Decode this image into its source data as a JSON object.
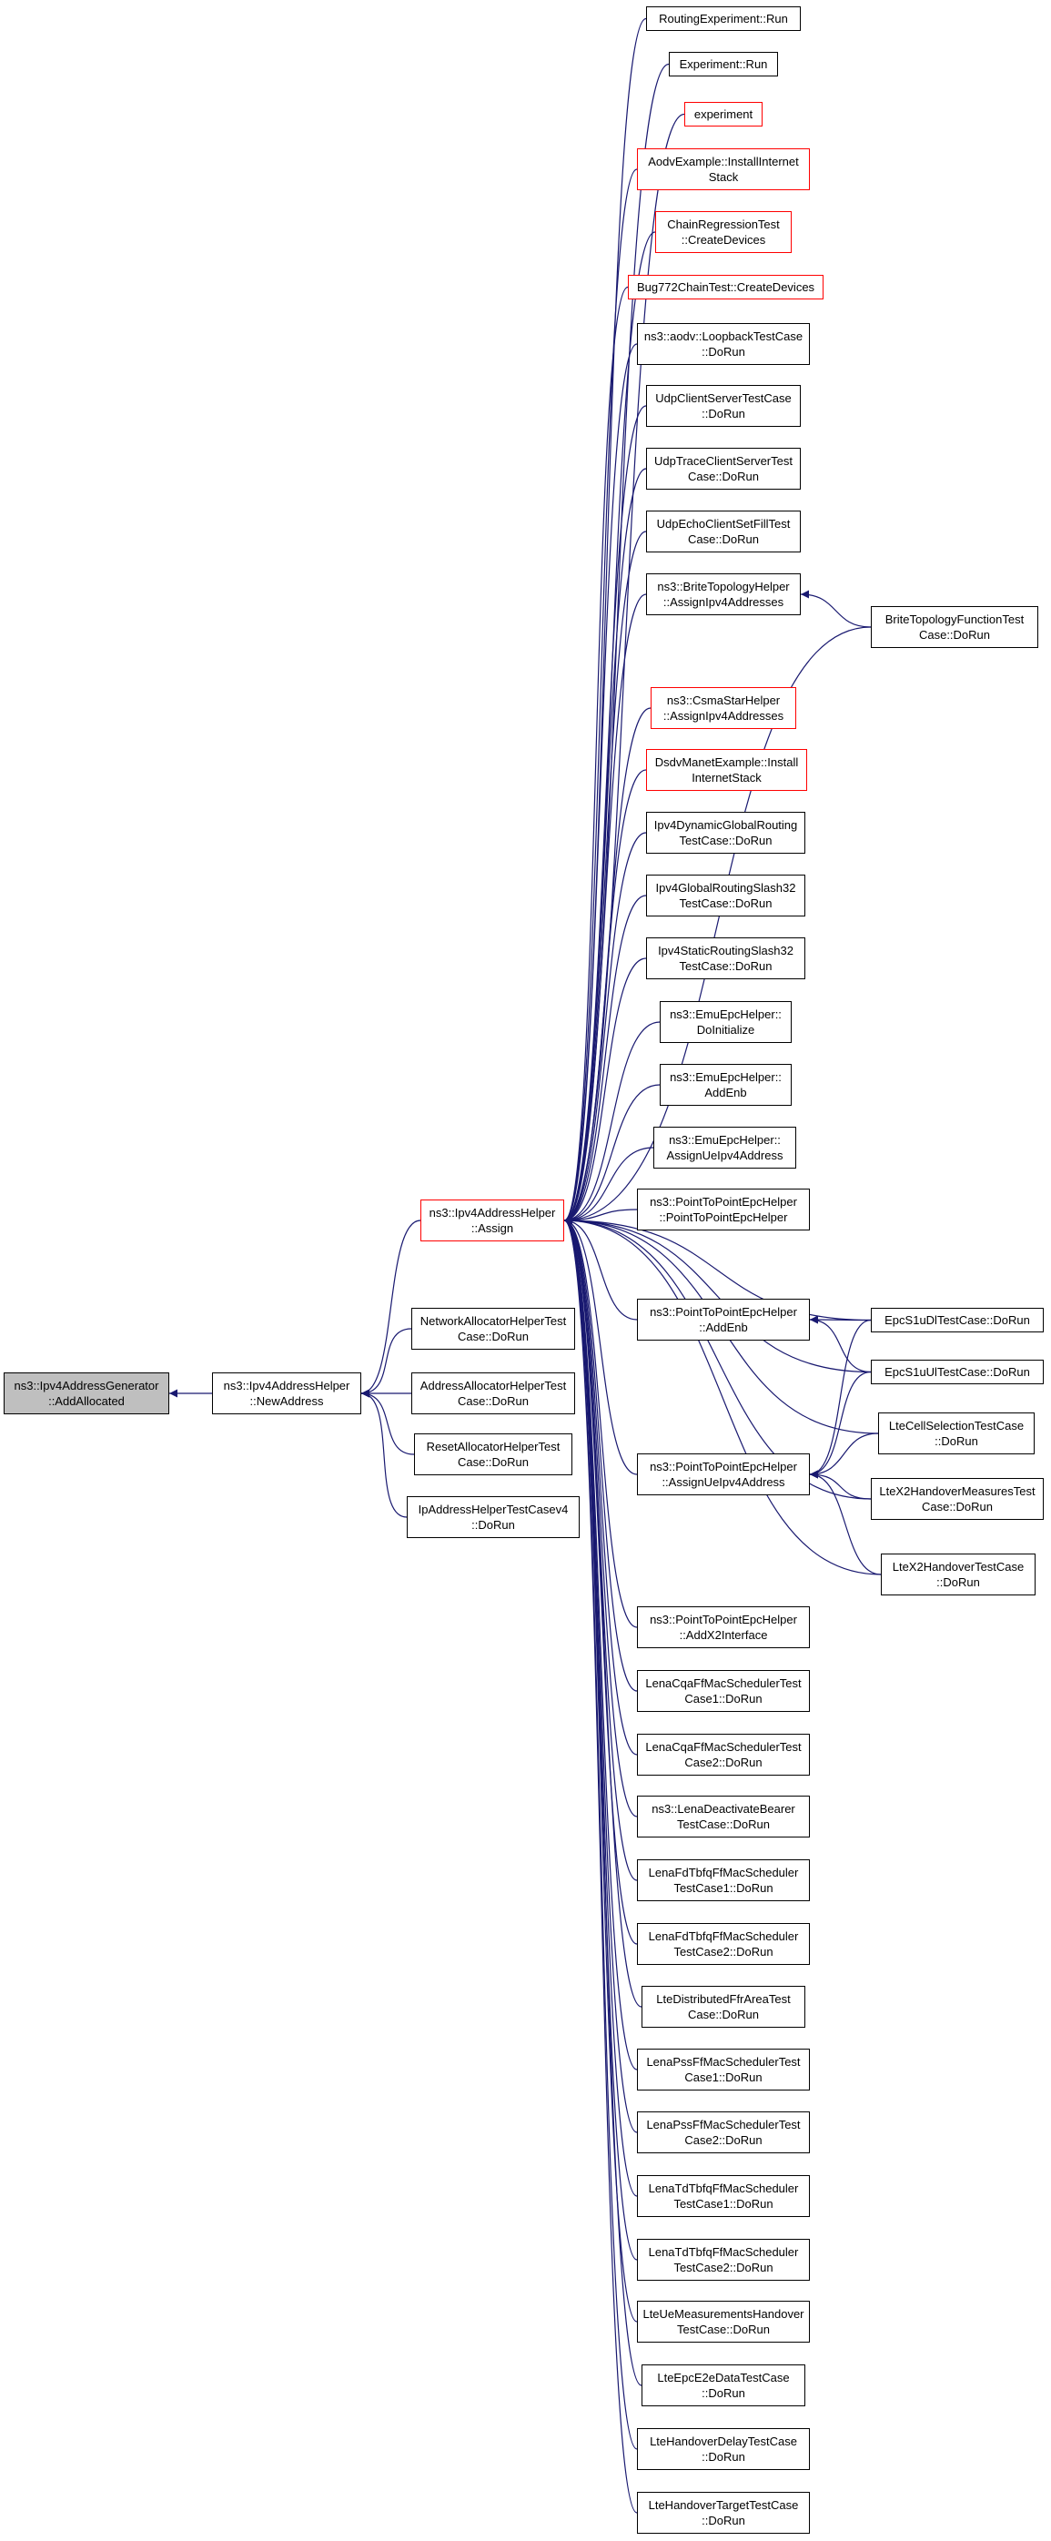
{
  "colors": {
    "edge": "#191970",
    "red_border": "#ff0000",
    "black_border": "#000000",
    "root_fill": "#bfbfbf"
  },
  "nodes": {
    "root": {
      "lines": [
        "ns3::Ipv4AddressGenerator",
        "::AddAllocated"
      ],
      "style": "root"
    },
    "newAddress": {
      "lines": [
        "ns3::Ipv4AddressHelper",
        "::NewAddress"
      ],
      "style": "black"
    },
    "assign": {
      "lines": [
        "ns3::Ipv4AddressHelper",
        "::Assign"
      ],
      "style": "red"
    },
    "netAlloc": {
      "lines": [
        "NetworkAllocatorHelperTest",
        "Case::DoRun"
      ],
      "style": "black"
    },
    "addrAlloc": {
      "lines": [
        "AddressAllocatorHelperTest",
        "Case::DoRun"
      ],
      "style": "black"
    },
    "resetAlloc": {
      "lines": [
        "ResetAllocatorHelperTest",
        "Case::DoRun"
      ],
      "style": "black"
    },
    "ipAddrTest4": {
      "lines": [
        "IpAddressHelperTestCasev4",
        "::DoRun"
      ],
      "style": "black"
    },
    "routingExp": {
      "lines": [
        "RoutingExperiment::Run"
      ],
      "style": "black"
    },
    "experimentRun": {
      "lines": [
        "Experiment::Run"
      ],
      "style": "black"
    },
    "experiment": {
      "lines": [
        "experiment"
      ],
      "style": "red"
    },
    "aodvExample": {
      "lines": [
        "AodvExample::InstallInternet",
        "Stack"
      ],
      "style": "red"
    },
    "chainReg": {
      "lines": [
        "ChainRegressionTest",
        "::CreateDevices"
      ],
      "style": "red"
    },
    "bug772": {
      "lines": [
        "Bug772ChainTest::CreateDevices"
      ],
      "style": "red"
    },
    "aodvLoopback": {
      "lines": [
        "ns3::aodv::LoopbackTestCase",
        "::DoRun"
      ],
      "style": "black"
    },
    "udpClientServer": {
      "lines": [
        "UdpClientServerTestCase",
        "::DoRun"
      ],
      "style": "black"
    },
    "udpTrace": {
      "lines": [
        "UdpTraceClientServerTest",
        "Case::DoRun"
      ],
      "style": "black"
    },
    "udpEcho": {
      "lines": [
        "UdpEchoClientSetFillTest",
        "Case::DoRun"
      ],
      "style": "black"
    },
    "brite": {
      "lines": [
        "ns3::BriteTopologyHelper",
        "::AssignIpv4Addresses"
      ],
      "style": "black"
    },
    "briteTest": {
      "lines": [
        "BriteTopologyFunctionTest",
        "Case::DoRun"
      ],
      "style": "black"
    },
    "csmaStar": {
      "lines": [
        "ns3::CsmaStarHelper",
        "::AssignIpv4Addresses"
      ],
      "style": "red"
    },
    "dsdv": {
      "lines": [
        "DsdvManetExample::Install",
        "InternetStack"
      ],
      "style": "red"
    },
    "ipv4Dyn": {
      "lines": [
        "Ipv4DynamicGlobalRouting",
        "TestCase::DoRun"
      ],
      "style": "black"
    },
    "ipv4Glob": {
      "lines": [
        "Ipv4GlobalRoutingSlash32",
        "TestCase::DoRun"
      ],
      "style": "black"
    },
    "ipv4Static": {
      "lines": [
        "Ipv4StaticRoutingSlash32",
        "TestCase::DoRun"
      ],
      "style": "black"
    },
    "emuInit": {
      "lines": [
        "ns3::EmuEpcHelper::",
        "DoInitialize"
      ],
      "style": "black"
    },
    "emuAddEnb": {
      "lines": [
        "ns3::EmuEpcHelper::",
        "AddEnb"
      ],
      "style": "black"
    },
    "emuAssign": {
      "lines": [
        "ns3::EmuEpcHelper::",
        "AssignUeIpv4Address"
      ],
      "style": "black"
    },
    "p2pCtor": {
      "lines": [
        "ns3::PointToPointEpcHelper",
        "::PointToPointEpcHelper"
      ],
      "style": "black"
    },
    "p2pAddEnb": {
      "lines": [
        "ns3::PointToPointEpcHelper",
        "::AddEnb"
      ],
      "style": "black"
    },
    "p2pAssignUe": {
      "lines": [
        "ns3::PointToPointEpcHelper",
        "::AssignUeIpv4Address"
      ],
      "style": "black"
    },
    "p2pX2": {
      "lines": [
        "ns3::PointToPointEpcHelper",
        "::AddX2Interface"
      ],
      "style": "black"
    },
    "epcS1uDl": {
      "lines": [
        "EpcS1uDlTestCase::DoRun"
      ],
      "style": "black"
    },
    "epcS1uUl": {
      "lines": [
        "EpcS1uUlTestCase::DoRun"
      ],
      "style": "black"
    },
    "lteCellSel": {
      "lines": [
        "LteCellSelectionTestCase",
        "::DoRun"
      ],
      "style": "black"
    },
    "lteX2Meas": {
      "lines": [
        "LteX2HandoverMeasuresTest",
        "Case::DoRun"
      ],
      "style": "black"
    },
    "lteX2Handover": {
      "lines": [
        "LteX2HandoverTestCase",
        "::DoRun"
      ],
      "style": "black"
    },
    "cqa1": {
      "lines": [
        "LenaCqaFfMacSchedulerTest",
        "Case1::DoRun"
      ],
      "style": "black"
    },
    "cqa2": {
      "lines": [
        "LenaCqaFfMacSchedulerTest",
        "Case2::DoRun"
      ],
      "style": "black"
    },
    "lenaDeact": {
      "lines": [
        "ns3::LenaDeactivateBearer",
        "TestCase::DoRun"
      ],
      "style": "black"
    },
    "fdTbfq1": {
      "lines": [
        "LenaFdTbfqFfMacScheduler",
        "TestCase1::DoRun"
      ],
      "style": "black"
    },
    "fdTbfq2": {
      "lines": [
        "LenaFdTbfqFfMacScheduler",
        "TestCase2::DoRun"
      ],
      "style": "black"
    },
    "lteDistFfr": {
      "lines": [
        "LteDistributedFfrAreaTest",
        "Case::DoRun"
      ],
      "style": "black"
    },
    "pss1": {
      "lines": [
        "LenaPssFfMacSchedulerTest",
        "Case1::DoRun"
      ],
      "style": "black"
    },
    "pss2": {
      "lines": [
        "LenaPssFfMacSchedulerTest",
        "Case2::DoRun"
      ],
      "style": "black"
    },
    "tdTbfq1": {
      "lines": [
        "LenaTdTbfqFfMacScheduler",
        "TestCase1::DoRun"
      ],
      "style": "black"
    },
    "tdTbfq2": {
      "lines": [
        "LenaTdTbfqFfMacScheduler",
        "TestCase2::DoRun"
      ],
      "style": "black"
    },
    "lteUeMeas": {
      "lines": [
        "LteUeMeasurementsHandover",
        "TestCase::DoRun"
      ],
      "style": "black"
    },
    "lteEpcE2e": {
      "lines": [
        "LteEpcE2eDataTestCase",
        "::DoRun"
      ],
      "style": "black"
    },
    "lteHoDelay": {
      "lines": [
        "LteHandoverDelayTestCase",
        "::DoRun"
      ],
      "style": "black"
    },
    "lteHoTarget": {
      "lines": [
        "LteHandoverTargetTestCase",
        "::DoRun"
      ],
      "style": "black"
    }
  },
  "edges": [
    [
      "newAddress",
      "root"
    ],
    [
      "assign",
      "newAddress"
    ],
    [
      "netAlloc",
      "newAddress"
    ],
    [
      "addrAlloc",
      "newAddress"
    ],
    [
      "resetAlloc",
      "newAddress"
    ],
    [
      "ipAddrTest4",
      "newAddress"
    ],
    [
      "routingExp",
      "assign"
    ],
    [
      "experimentRun",
      "assign"
    ],
    [
      "experiment",
      "assign"
    ],
    [
      "aodvExample",
      "assign"
    ],
    [
      "chainReg",
      "assign"
    ],
    [
      "bug772",
      "assign"
    ],
    [
      "aodvLoopback",
      "assign"
    ],
    [
      "udpClientServer",
      "assign"
    ],
    [
      "udpTrace",
      "assign"
    ],
    [
      "udpEcho",
      "assign"
    ],
    [
      "brite",
      "assign"
    ],
    [
      "briteTest",
      "assign"
    ],
    [
      "csmaStar",
      "assign"
    ],
    [
      "dsdv",
      "assign"
    ],
    [
      "ipv4Dyn",
      "assign"
    ],
    [
      "ipv4Glob",
      "assign"
    ],
    [
      "ipv4Static",
      "assign"
    ],
    [
      "emuInit",
      "assign"
    ],
    [
      "emuAddEnb",
      "assign"
    ],
    [
      "emuAssign",
      "assign"
    ],
    [
      "p2pCtor",
      "assign"
    ],
    [
      "p2pAddEnb",
      "assign"
    ],
    [
      "epcS1uDl",
      "assign"
    ],
    [
      "epcS1uUl",
      "assign"
    ],
    [
      "lteCellSel",
      "assign"
    ],
    [
      "p2pAssignUe",
      "assign"
    ],
    [
      "lteX2Meas",
      "assign"
    ],
    [
      "lteX2Handover",
      "assign"
    ],
    [
      "p2pX2",
      "assign"
    ],
    [
      "cqa1",
      "assign"
    ],
    [
      "cqa2",
      "assign"
    ],
    [
      "lenaDeact",
      "assign"
    ],
    [
      "fdTbfq1",
      "assign"
    ],
    [
      "fdTbfq2",
      "assign"
    ],
    [
      "lteDistFfr",
      "assign"
    ],
    [
      "pss1",
      "assign"
    ],
    [
      "pss2",
      "assign"
    ],
    [
      "tdTbfq1",
      "assign"
    ],
    [
      "tdTbfq2",
      "assign"
    ],
    [
      "lteUeMeas",
      "assign"
    ],
    [
      "lteEpcE2e",
      "assign"
    ],
    [
      "lteHoDelay",
      "assign"
    ],
    [
      "lteHoTarget",
      "assign"
    ],
    [
      "briteTest",
      "brite"
    ],
    [
      "epcS1uDl",
      "p2pAddEnb"
    ],
    [
      "epcS1uUl",
      "p2pAddEnb"
    ],
    [
      "epcS1uDl",
      "p2pAssignUe"
    ],
    [
      "epcS1uUl",
      "p2pAssignUe"
    ],
    [
      "lteCellSel",
      "p2pAssignUe"
    ],
    [
      "lteX2Meas",
      "p2pAssignUe"
    ],
    [
      "lteX2Handover",
      "p2pAssignUe"
    ]
  ]
}
